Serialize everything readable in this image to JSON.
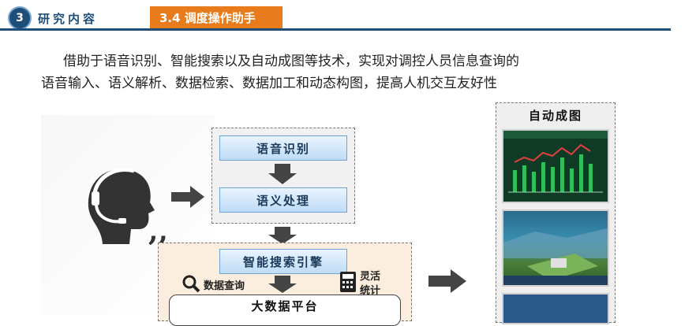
{
  "header": {
    "number": "3",
    "section": "研究内容",
    "tab": "3.4 调度操作助手"
  },
  "intro": {
    "line1": "借助于语音识别、智能搜索以及自动成图等技术，实现对调控人员信息查询的",
    "line2": "语音输入、语义解析、数据检索、数据加工和动态构图，提高人机交互友好性"
  },
  "flow": {
    "step1": "语音识别",
    "step2": "语义处理",
    "step3": "智能搜索引擎",
    "query_label": "数据查询",
    "flex_label_1": "灵活",
    "flex_label_2": "统计",
    "platform": "大数据平台"
  },
  "panel": {
    "title": "自动成图"
  },
  "icons": [
    "headset-person-icon",
    "quote-icon",
    "arrow-right-icon",
    "arrow-down-icon",
    "magnifier-icon",
    "calculator-icon"
  ],
  "colors": {
    "primary": "#1f4e79",
    "accent": "#e87c1c",
    "button_bg": "#bfdcf7"
  }
}
